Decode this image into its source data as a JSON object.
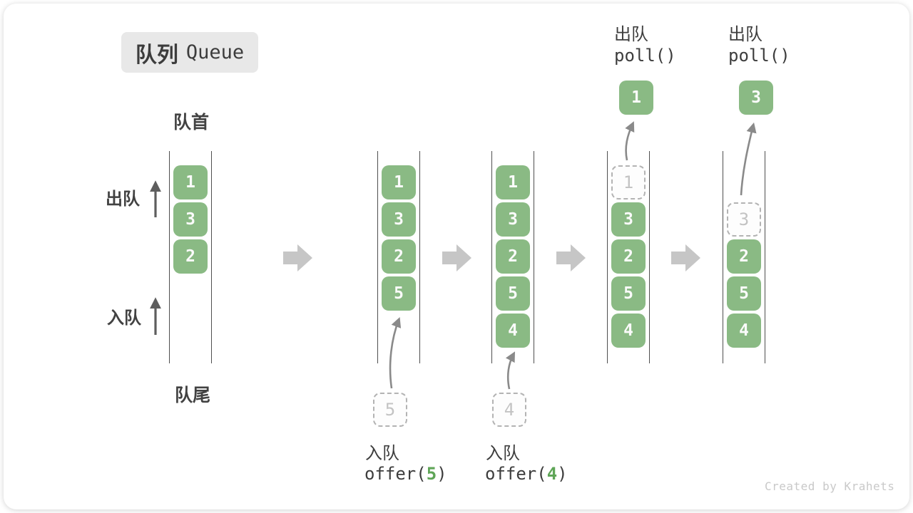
{
  "title": {
    "zh": "队列",
    "en": "Queue"
  },
  "side_labels": {
    "front": "队首",
    "rear": "队尾",
    "dequeue": "出队",
    "enqueue": "入队"
  },
  "watermark": "Created by Krahets",
  "colors": {
    "cell_green": "#8ABA84",
    "accent_green": "#5FA557",
    "block_arrow_gray": "#c6c6c6",
    "queue_line": "#4f4f4f",
    "ghost_border": "#b3b3b3",
    "ghost_text": "#c3c3c3"
  },
  "states": [
    {
      "name": "initial",
      "cells": [
        "1",
        "3",
        "2"
      ]
    },
    {
      "name": "after-offer-5",
      "cells": [
        "1",
        "3",
        "2",
        "5"
      ],
      "ghost": "5",
      "op": {
        "label": "入队",
        "func_pre": "offer(",
        "arg": "5",
        "func_post": ")"
      }
    },
    {
      "name": "after-offer-4",
      "cells": [
        "1",
        "3",
        "2",
        "5",
        "4"
      ],
      "ghost": "4",
      "op": {
        "label": "入队",
        "func_pre": "offer(",
        "arg": "4",
        "func_post": ")"
      }
    },
    {
      "name": "after-poll-1",
      "cells": [
        "3",
        "2",
        "5",
        "4"
      ],
      "ghost": "1",
      "out": "1",
      "op": {
        "label": "出队",
        "func": "poll()"
      }
    },
    {
      "name": "after-poll-3",
      "cells": [
        "2",
        "5",
        "4"
      ],
      "ghost": "3",
      "out": "3",
      "op": {
        "label": "出队",
        "func": "poll()"
      }
    }
  ]
}
